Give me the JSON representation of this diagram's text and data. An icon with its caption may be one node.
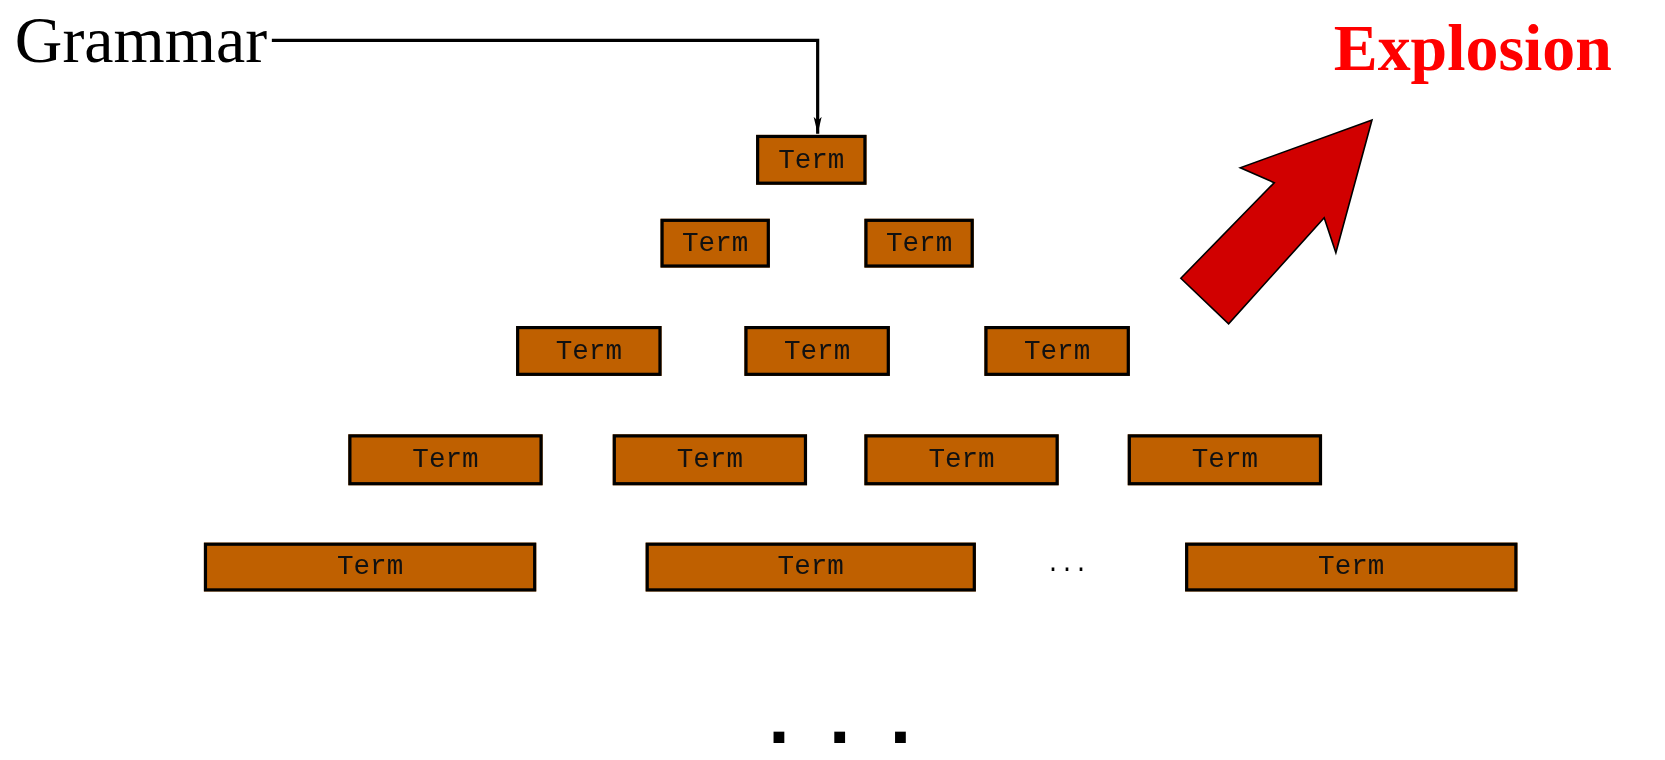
{
  "diagram": {
    "nodes": [
      {
        "text": [
          "Grammar"
        ]
      },
      {
        "text": [
          "Term"
        ]
      },
      {
        "text": [
          "Term"
        ]
      },
      {
        "text": [
          "Term"
        ]
      },
      {
        "text": [
          "Term"
        ]
      },
      {
        "text": [
          "Term"
        ]
      },
      {
        "text": [
          "Term"
        ]
      },
      {
        "text": [
          "Term"
        ]
      },
      {
        "text": [
          "Term"
        ]
      },
      {
        "text": [
          "Term"
        ]
      },
      {
        "text": [
          "Term"
        ]
      },
      {
        "text": [
          "Term"
        ]
      },
      {
        "text": [
          "Term"
        ]
      },
      {
        "text": [
          "Term"
        ]
      }
    ],
    "edges": [
      {
        "from": 0,
        "to": 1,
        "arrow": "to"
      }
    ],
    "labels": [
      "Explosion",
      "...",
      "..."
    ]
  }
}
